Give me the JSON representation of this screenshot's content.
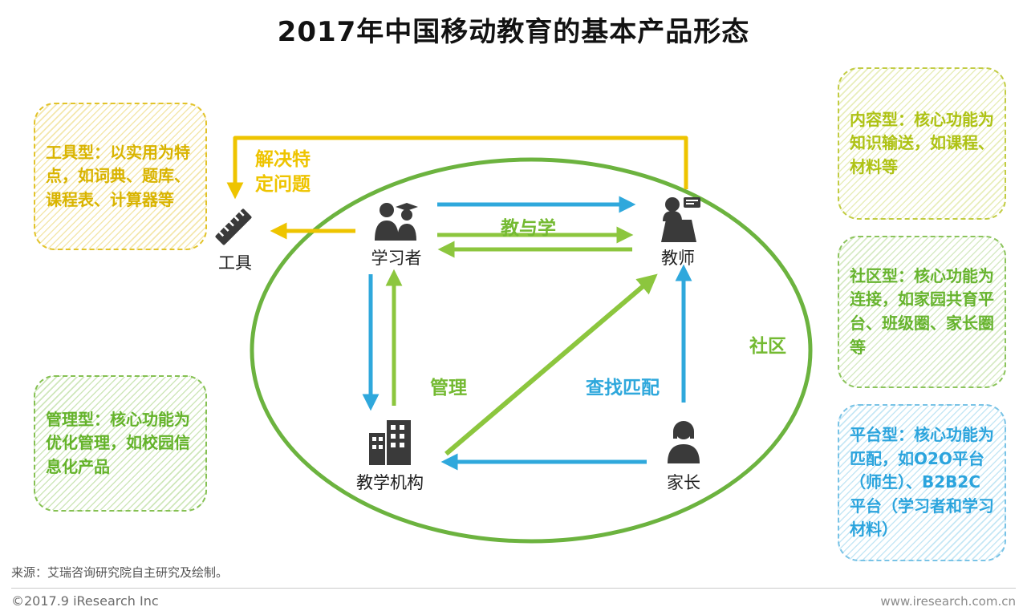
{
  "title": "2017年中国移动教育的基本产品形态",
  "boxes": {
    "tool": {
      "label": "工具型",
      "desc": "：以实用为特点，如词典、题库、课程表、计算器等"
    },
    "manage": {
      "label": "管理型",
      "desc": "：核心功能为优化管理，如校园信息化产品"
    },
    "content": {
      "label": "内容型",
      "desc": "：核心功能为知识输送，如课程、材料等"
    },
    "community": {
      "label": "社区型",
      "desc": "：核心功能为连接，如家园共育平台、班级圈、家长圈等"
    },
    "platform": {
      "label": "平台型",
      "desc": "：核心功能为匹配，如O2O平台（师生）、B2B2C平台（学习者和学习材料）"
    }
  },
  "diagram": {
    "community_label": "社区",
    "nodes": {
      "learner": {
        "label": "学习者"
      },
      "teacher": {
        "label": "教师"
      },
      "institution": {
        "label": "教学机构"
      },
      "parent": {
        "label": "家长"
      },
      "tool": {
        "label": "工具"
      }
    },
    "edges": {
      "teach_learn": "教与学",
      "solve_problem": "解决特定问题",
      "manage": "管理",
      "find_match": "查找匹配"
    }
  },
  "source_note": "来源：艾瑞咨询研究院自主研究及绘制。",
  "footer": {
    "copyright": "©2017.9 iResearch Inc",
    "website": "www.iresearch.com.cn"
  },
  "colors": {
    "yellow": "#eec400",
    "yellow_green": "#aec214",
    "green_dark": "#6cb33f",
    "green_light": "#8cc63e",
    "blue": "#2fa8dc"
  }
}
